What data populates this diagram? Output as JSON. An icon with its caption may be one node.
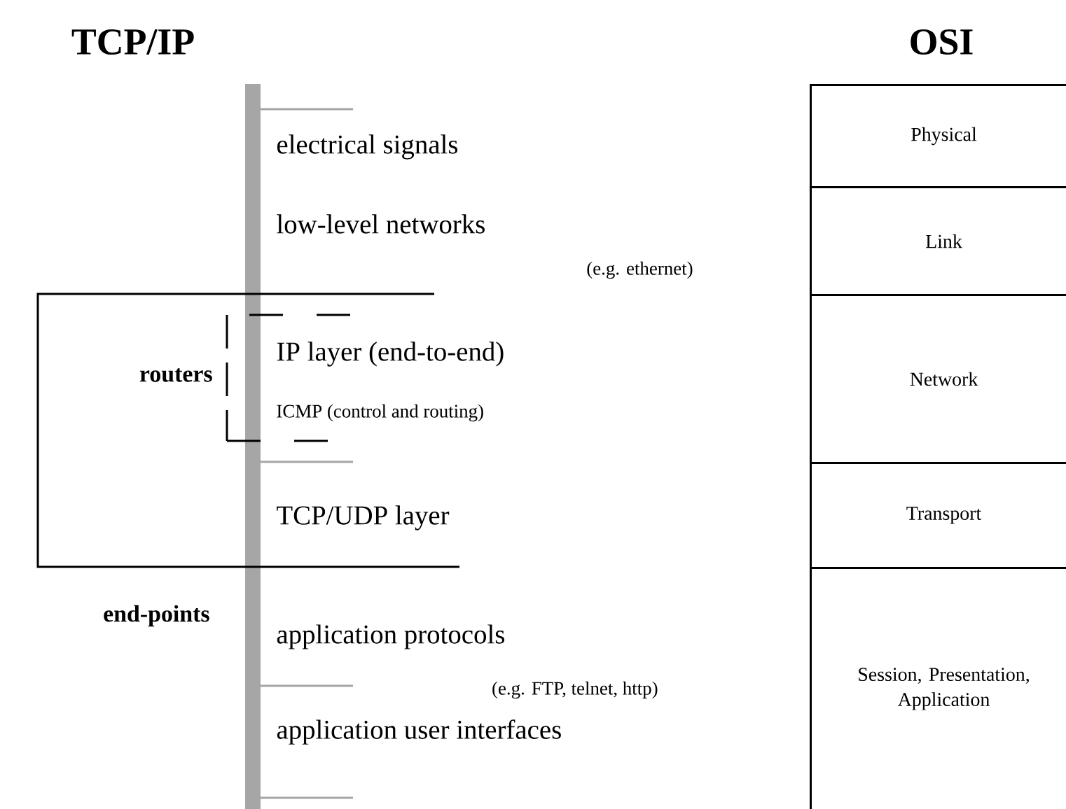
{
  "diagram": {
    "nodes": [
      {
        "text": [
          "Physical"
        ]
      },
      {
        "text": [
          "Link"
        ]
      },
      {
        "text": [
          "Network"
        ]
      },
      {
        "text": [
          "Transport"
        ]
      },
      {
        "text": [
          "Session, Presentation, Application"
        ]
      }
    ],
    "edges": [],
    "labels": [
      "TCP/IP",
      "OSI",
      "electrical signals",
      "low-level networks",
      "(e.g. ethernet)",
      "routers",
      "IP layer  (end-to-end)",
      "ICMP (control and routing)",
      "TCP/UDP layer",
      "end-points",
      "application protocols",
      "(e.g. FTP, telnet, http)",
      "application user interfaces"
    ]
  }
}
